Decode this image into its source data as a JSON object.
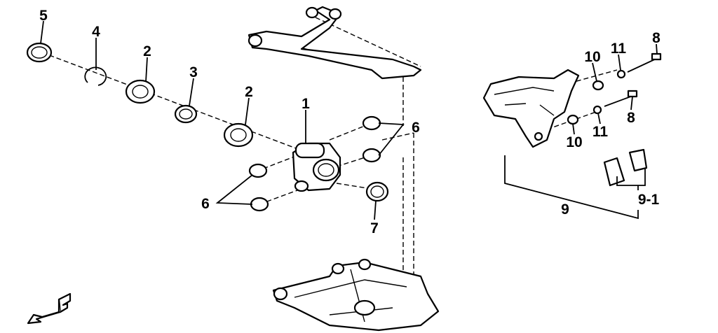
{
  "diagram": {
    "callouts": {
      "c5": "5",
      "c4": "4",
      "c2a": "2",
      "c3": "3",
      "c2b": "2",
      "c1": "1",
      "c6a": "6",
      "c6b": "6",
      "c7": "7",
      "c10a": "10",
      "c11a": "11",
      "c8a": "8",
      "c10b": "10",
      "c11b": "11",
      "c8b": "8",
      "c9_1": "9-1",
      "c9": "9"
    },
    "front_marker": "F"
  }
}
